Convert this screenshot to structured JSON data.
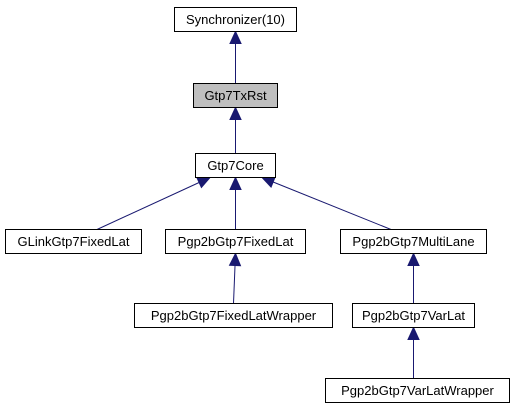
{
  "diagram": {
    "nodes": [
      {
        "id": "synchronizer",
        "label": "Synchronizer(10)",
        "highlight": false
      },
      {
        "id": "gtp7txrst",
        "label": "Gtp7TxRst",
        "highlight": true
      },
      {
        "id": "gtp7core",
        "label": "Gtp7Core",
        "highlight": false
      },
      {
        "id": "glinkgtp7fixedlat",
        "label": "GLinkGtp7FixedLat",
        "highlight": false
      },
      {
        "id": "pgp2bgtp7fixedlat",
        "label": "Pgp2bGtp7FixedLat",
        "highlight": false
      },
      {
        "id": "pgp2bgtp7multilane",
        "label": "Pgp2bGtp7MultiLane",
        "highlight": false
      },
      {
        "id": "pgp2bgtp7fixedlatwrapper",
        "label": "Pgp2bGtp7FixedLatWrapper",
        "highlight": false
      },
      {
        "id": "pgp2bgtp7varlat",
        "label": "Pgp2bGtp7VarLat",
        "highlight": false
      },
      {
        "id": "pgp2bgtp7varlatwrapper",
        "label": "Pgp2bGtp7VarLatWrapper",
        "highlight": false
      }
    ],
    "edges": [
      {
        "from": "gtp7txrst",
        "to": "synchronizer"
      },
      {
        "from": "gtp7core",
        "to": "gtp7txrst"
      },
      {
        "from": "glinkgtp7fixedlat",
        "to": "gtp7core"
      },
      {
        "from": "pgp2bgtp7fixedlat",
        "to": "gtp7core"
      },
      {
        "from": "pgp2bgtp7multilane",
        "to": "gtp7core"
      },
      {
        "from": "pgp2bgtp7fixedlatwrapper",
        "to": "pgp2bgtp7fixedlat"
      },
      {
        "from": "pgp2bgtp7varlat",
        "to": "pgp2bgtp7multilane"
      },
      {
        "from": "pgp2bgtp7varlatwrapper",
        "to": "pgp2bgtp7varlat"
      }
    ],
    "colors": {
      "edge": "#191970",
      "node_border": "#000000",
      "node_fill": "#ffffff",
      "highlight_fill": "#bfbfbf"
    }
  }
}
